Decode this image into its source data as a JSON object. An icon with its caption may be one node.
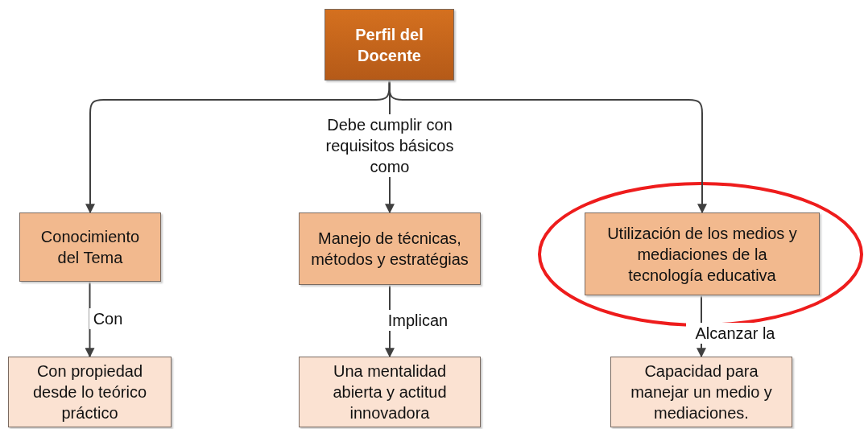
{
  "diagram": {
    "nodes": [
      {
        "text": [
          "Perfil del Docente"
        ]
      },
      {
        "text": [
          "Conocimiento del Tema"
        ]
      },
      {
        "text": [
          "Manejo de técnicas, métodos y estratégias"
        ]
      },
      {
        "text": [
          "Utilización de los medios y mediaciones de la tecnología educativa"
        ]
      },
      {
        "text": [
          "Con propiedad desde lo teórico práctico"
        ]
      },
      {
        "text": [
          "Una mentalidad abierta y actitud innovadora"
        ]
      },
      {
        "text": [
          "Capacidad para manejar un medio y mediaciones."
        ]
      }
    ],
    "edges": [
      {
        "from": 0,
        "to": 1,
        "arrow": "to"
      },
      {
        "from": 0,
        "to": 2,
        "arrow": "to",
        "label": "Debe cumplir con requisitos básicos como"
      },
      {
        "from": 0,
        "to": 3,
        "arrow": "to"
      },
      {
        "from": 1,
        "to": 4,
        "arrow": "to",
        "label": "Con"
      },
      {
        "from": 2,
        "to": 5,
        "arrow": "to",
        "label": "Implican"
      },
      {
        "from": 3,
        "to": 6,
        "arrow": "to",
        "label": "Alcanzar la"
      }
    ]
  }
}
